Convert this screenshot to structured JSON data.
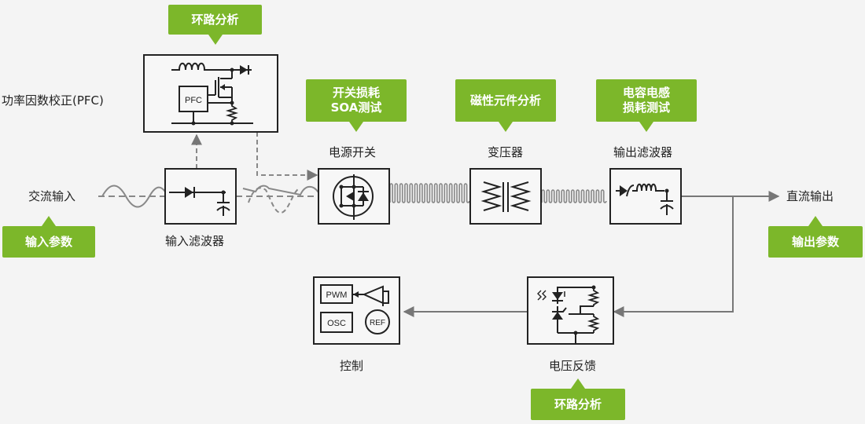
{
  "colors": {
    "accent": "#7cb72a",
    "line": "#777777",
    "box_border": "#222222",
    "background": "#f4f4f4"
  },
  "labels": {
    "pfc": "功率因数校正(PFC)",
    "ac_input": "交流输入",
    "input_filter": "输入滤波器",
    "power_switch": "电源开关",
    "transformer": "变压器",
    "output_filter": "输出滤波器",
    "dc_output": "直流输出",
    "control": "控制",
    "voltage_feedback": "电压反馈"
  },
  "callouts": {
    "pfc_loop": "环路分析",
    "switch_loss_line1": "开关损耗",
    "switch_loss_line2": "SOA测试",
    "magnetic": "磁性元件分析",
    "cap_ind_line1": "电容电感",
    "cap_ind_line2": "损耗测试",
    "input_params": "输入参数",
    "output_params": "输出参数",
    "feedback_loop": "环路分析"
  },
  "block_text": {
    "pfc_chip": "PFC",
    "pwm": "PWM",
    "osc": "OSC",
    "ref": "REF"
  }
}
